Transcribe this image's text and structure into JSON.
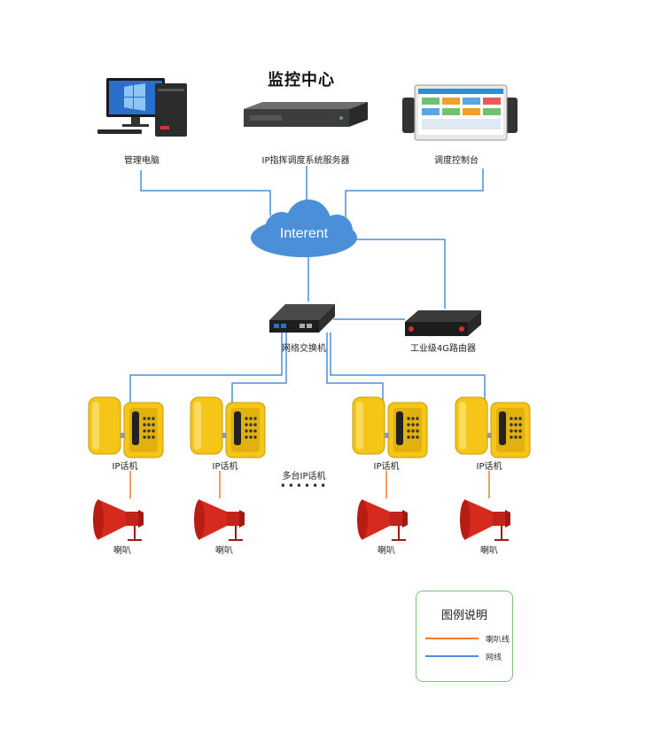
{
  "title": "监控中心",
  "cloud": {
    "label": "Interent"
  },
  "devices": {
    "pc": "管理电脑",
    "server": "IP指挥调度系统服务器",
    "console": "调度控制台",
    "switch": "网络交换机",
    "router": "工业级4G路由器"
  },
  "phones": [
    {
      "label": "IP话机"
    },
    {
      "label": "IP话机"
    },
    {
      "label": "IP话机"
    },
    {
      "label": "IP话机"
    }
  ],
  "speakers": [
    {
      "label": "喇叭"
    },
    {
      "label": "喇叭"
    },
    {
      "label": "喇叭"
    },
    {
      "label": "喇叭"
    }
  ],
  "multi_phone": {
    "label": "多台IP话机",
    "dots": "••••••"
  },
  "legend": {
    "title": "图例说明",
    "items": [
      {
        "label": "喇叭线",
        "color": "#f07c2b"
      },
      {
        "label": "网线",
        "color": "#4a8fd8"
      }
    ]
  },
  "colors": {
    "network": "#4a8fd8",
    "speaker_wire": "#f07c2b",
    "cloud": "#4a8fd8",
    "phone_yellow": "#f5c518",
    "speaker_red": "#d62a1f"
  }
}
